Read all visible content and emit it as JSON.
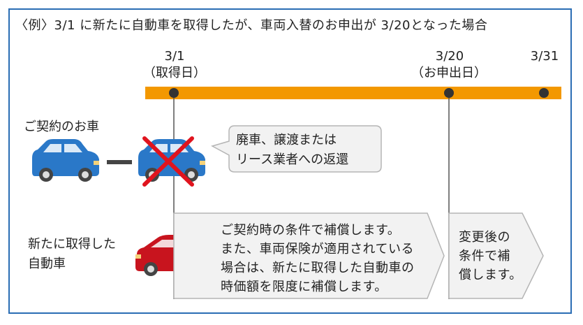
{
  "title": "〈例〉3/1 に新たに自動車を取得したが、車両入替のお申出が 3/20となった場合",
  "timeline": {
    "bar_color": "#f39800",
    "dates": [
      {
        "label": "3/1",
        "sub": "（取得日）"
      },
      {
        "label": "3/20",
        "sub": "（お申出日）"
      },
      {
        "label": "3/31",
        "sub": ""
      }
    ]
  },
  "current_car": {
    "label": "ご契約のお車",
    "color": "#2a78c8",
    "callout_lines": [
      "廃車、譲渡または",
      "リース業者への返還"
    ]
  },
  "new_car": {
    "label_lines": [
      "新たに取得した",
      "自動車"
    ],
    "color": "#c8141e"
  },
  "box_before": {
    "lines": [
      "ご契約時の条件で補償します。",
      "また、車両保険が適用されている",
      "場合は、新たに取得した自動車の",
      "時価額を限度に補償します。"
    ]
  },
  "box_after": {
    "lines": [
      "変更後の",
      "条件で補",
      "償します。"
    ]
  },
  "colors": {
    "frame": "#2a6db4",
    "cross": "#e0141e",
    "box_fill": "#f2f2f2",
    "box_border": "#b5b5b5"
  }
}
